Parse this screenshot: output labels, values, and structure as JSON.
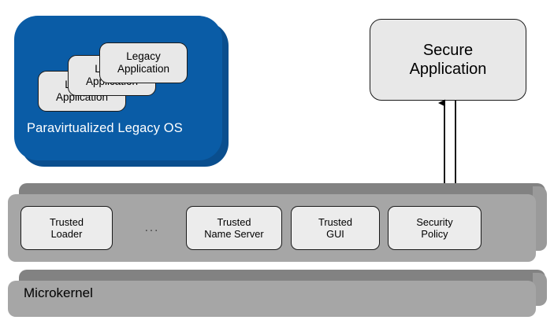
{
  "diagram": {
    "vm": {
      "label": "Paravirtualized Legacy OS",
      "fill_color": "#0a5ca6",
      "text_color": "#ffffff",
      "apps": [
        {
          "line1": "Legacy",
          "line2": "Application"
        },
        {
          "line1": "Legacy",
          "line2": "Application"
        },
        {
          "line1": "Legacy",
          "line2": "Application"
        }
      ]
    },
    "secure_app": {
      "line1": "Secure",
      "line2": "Application",
      "fill_color": "#e8e8e8"
    },
    "services_layer": {
      "fill_color": "#a6a6a6",
      "bevel_color": "#828282",
      "ellipsis": "...",
      "boxes": [
        {
          "line1": "Trusted",
          "line2": "Loader"
        },
        {
          "line1": "Trusted",
          "line2": "Name Server"
        },
        {
          "line1": "Trusted",
          "line2": "GUI"
        },
        {
          "line1": "Security",
          "line2": "Policy"
        }
      ]
    },
    "microkernel": {
      "label": "Microkernel",
      "fill_color": "#a6a6a6",
      "bevel_color": "#828282"
    },
    "arrows": [
      {
        "name": "security-policy-to-secure-app",
        "direction": "up"
      },
      {
        "name": "secure-app-to-security-policy",
        "direction": "down"
      }
    ]
  }
}
